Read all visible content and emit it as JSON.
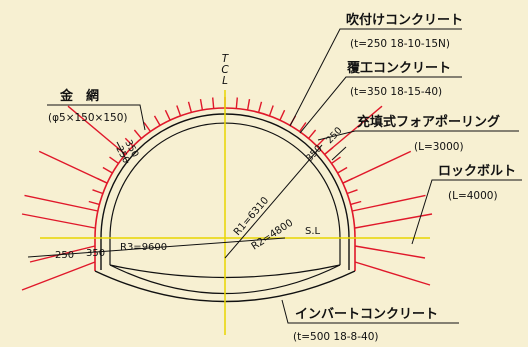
{
  "centerline": {
    "t": "T",
    "c": "C",
    "l": "L"
  },
  "labels": {
    "shotcrete": {
      "title": "吹付けコンクリート",
      "spec": "(t=250 18-10-15N)"
    },
    "lining": {
      "title": "覆工コンクリート",
      "spec": "(t=350 18-15-40)"
    },
    "forepoling": {
      "title": "充填式フォアポーリング",
      "spec": "(L=3000)"
    },
    "rockbolt": {
      "title": "ロックボルト",
      "spec": "(L=4000)"
    },
    "wiremesh": {
      "title": "金　網",
      "spec": "(φ5×150×150)"
    },
    "invert": {
      "title": "インバートコンクリート",
      "spec": "(t=500 18-8-40)"
    }
  },
  "dimensions": {
    "r1": "R1=6310",
    "r2": "R2=4800",
    "r3": "R3=9600",
    "sl": "S.L",
    "d250": "250",
    "d350": "350",
    "arch_left_250": "250",
    "arch_left_350": "350",
    "arch_right_350": "350",
    "arch_right_250": "250"
  },
  "colors": {
    "background": "#f7f0d2",
    "line": "#111111",
    "bolt": "#e0182a",
    "centerline": "#e8d600"
  }
}
